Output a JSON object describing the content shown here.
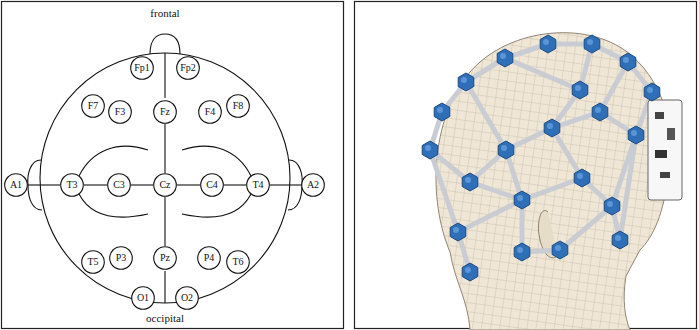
{
  "diagram": {
    "nodes": [
      {
        "text": [
          "Fp1"
        ]
      },
      {
        "text": [
          "Fp2"
        ]
      },
      {
        "text": [
          "F7"
        ]
      },
      {
        "text": [
          "F3"
        ]
      },
      {
        "text": [
          "Fz"
        ]
      },
      {
        "text": [
          "F4"
        ]
      },
      {
        "text": [
          "F8"
        ]
      },
      {
        "text": [
          "A1"
        ]
      },
      {
        "text": [
          "T3"
        ]
      },
      {
        "text": [
          "C3"
        ]
      },
      {
        "text": [
          "Cz"
        ]
      },
      {
        "text": [
          "C4"
        ]
      },
      {
        "text": [
          "T4"
        ]
      },
      {
        "text": [
          "A2"
        ]
      },
      {
        "text": [
          "T5"
        ]
      },
      {
        "text": [
          "P3"
        ]
      },
      {
        "text": [
          "Pz"
        ]
      },
      {
        "text": [
          "P4"
        ]
      },
      {
        "text": [
          "T6"
        ]
      },
      {
        "text": [
          "O1"
        ]
      },
      {
        "text": [
          "O2"
        ]
      }
    ],
    "edges": [
      {
        "from": 7,
        "to": 8,
        "arrow": "none"
      },
      {
        "from": 8,
        "to": 9,
        "arrow": "none"
      },
      {
        "from": 9,
        "to": 10,
        "arrow": "none"
      },
      {
        "from": 10,
        "to": 11,
        "arrow": "none"
      },
      {
        "from": 11,
        "to": 12,
        "arrow": "none"
      },
      {
        "from": 12,
        "to": 13,
        "arrow": "none"
      },
      {
        "from": 4,
        "to": 10,
        "arrow": "none"
      },
      {
        "from": 10,
        "to": 16,
        "arrow": "none"
      }
    ],
    "labels": [
      "frontal",
      "occipital"
    ]
  }
}
